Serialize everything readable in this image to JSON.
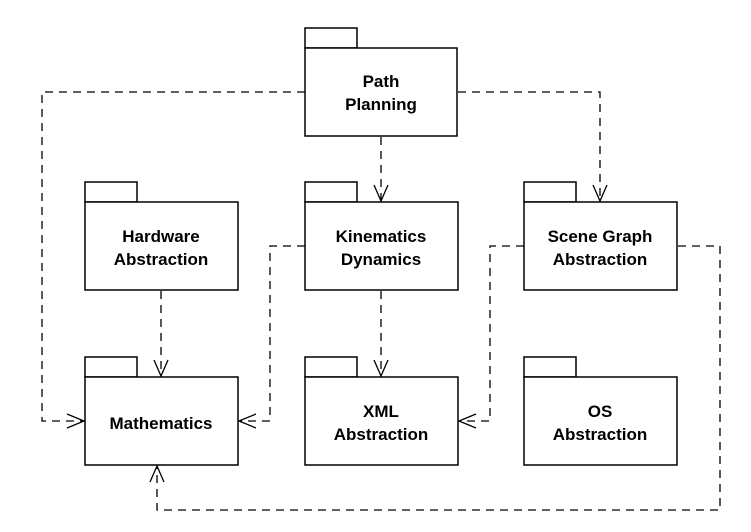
{
  "diagram": {
    "type": "uml-package-dependency",
    "colors": {
      "line": "#000000",
      "fill": "#ffffff",
      "text": "#000000"
    },
    "packages": [
      {
        "id": "path_planning",
        "lines": [
          "Path",
          "Planning"
        ]
      },
      {
        "id": "hardware_abstraction",
        "lines": [
          "Hardware",
          "Abstraction"
        ]
      },
      {
        "id": "kinematics_dynamics",
        "lines": [
          "Kinematics",
          "Dynamics"
        ]
      },
      {
        "id": "scene_graph_abstraction",
        "lines": [
          "Scene Graph",
          "Abstraction"
        ]
      },
      {
        "id": "mathematics",
        "lines": [
          "Mathematics"
        ]
      },
      {
        "id": "xml_abstraction",
        "lines": [
          "XML",
          "Abstraction"
        ]
      },
      {
        "id": "os_abstraction",
        "lines": [
          "OS",
          "Abstraction"
        ]
      }
    ],
    "dependencies": [
      {
        "from": "path_planning",
        "to": "mathematics"
      },
      {
        "from": "path_planning",
        "to": "kinematics_dynamics"
      },
      {
        "from": "path_planning",
        "to": "scene_graph_abstraction"
      },
      {
        "from": "hardware_abstraction",
        "to": "mathematics"
      },
      {
        "from": "kinematics_dynamics",
        "to": "mathematics"
      },
      {
        "from": "kinematics_dynamics",
        "to": "xml_abstraction"
      },
      {
        "from": "scene_graph_abstraction",
        "to": "xml_abstraction"
      },
      {
        "from": "scene_graph_abstraction",
        "to": "mathematics"
      }
    ]
  }
}
